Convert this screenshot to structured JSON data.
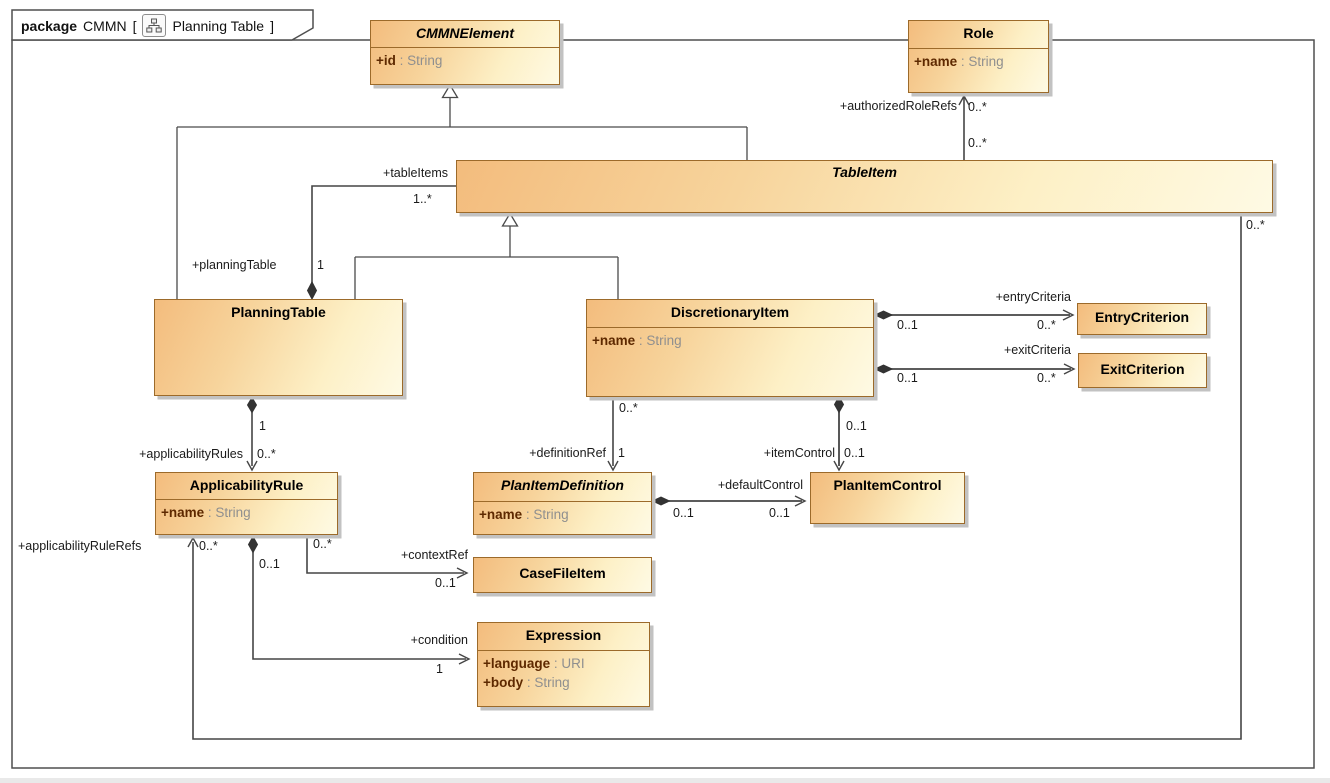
{
  "package": {
    "keyword": "package",
    "name": "CMMN",
    "open_bracket": "[",
    "diagram_name": "Planning Table",
    "close_bracket": "]"
  },
  "colors": {
    "box_border": "#9c6a2a",
    "box_fill_dark": "#f3bc7d",
    "box_fill_light": "#fefae4",
    "attr_name": "#5e2900",
    "attr_type": "#8f8f8f",
    "line": "#454545",
    "frame": "#4f4f4f",
    "shadow": "#c2c2c2"
  },
  "classes": {
    "cmmn_element": {
      "name": "CMMNElement",
      "abstract": true,
      "attrs": [
        {
          "name": "+id",
          "type": " : String"
        }
      ]
    },
    "role": {
      "name": "Role",
      "abstract": false,
      "attrs": [
        {
          "name": "+name",
          "type": " : String"
        }
      ]
    },
    "table_item": {
      "name": "TableItem",
      "abstract": true,
      "attrs": []
    },
    "planning_table": {
      "name": "PlanningTable",
      "abstract": false,
      "attrs": []
    },
    "discretionary_item": {
      "name": "DiscretionaryItem",
      "abstract": false,
      "attrs": [
        {
          "name": "+name",
          "type": " : String"
        }
      ]
    },
    "entry_criterion": {
      "name": "EntryCriterion",
      "abstract": false,
      "attrs": []
    },
    "exit_criterion": {
      "name": "ExitCriterion",
      "abstract": false,
      "attrs": []
    },
    "applicability_rule": {
      "name": "ApplicabilityRule",
      "abstract": false,
      "attrs": [
        {
          "name": "+name",
          "type": " : String"
        }
      ]
    },
    "plan_item_definition": {
      "name": "PlanItemDefinition",
      "abstract": true,
      "attrs": [
        {
          "name": "+name",
          "type": " : String"
        }
      ]
    },
    "plan_item_control": {
      "name": "PlanItemControl",
      "abstract": false,
      "attrs": []
    },
    "case_file_item": {
      "name": "CaseFileItem",
      "abstract": false,
      "attrs": []
    },
    "expression": {
      "name": "Expression",
      "abstract": false,
      "attrs": [
        {
          "name": "+language",
          "type": " : URI"
        },
        {
          "name": "+body",
          "type": " : String"
        }
      ]
    }
  },
  "labels": {
    "table_items_role": "+tableItems",
    "table_items_mult": "1..*",
    "planning_table_role": "+planningTable",
    "planning_table_mult": "1",
    "authorized_role_refs_role": "+authorizedRoleRefs",
    "authorized_role_refs_mult": "0..*",
    "authorized_role_refs_mult2": "0..*",
    "table_item_refs_mult": "0..*",
    "applicability_rules_role": "+applicabilityRules",
    "applicability_rules_mult": "0..*",
    "applicability_rules_src_mult": "1",
    "definition_ref_src_mult": "0..*",
    "definition_ref_role": "+definitionRef",
    "definition_ref_mult": "1",
    "item_control_src_mult": "0..1",
    "item_control_role": "+itemControl",
    "item_control_mult": "0..1",
    "entry_criteria_src_mult": "0..1",
    "entry_criteria_role": "+entryCriteria",
    "entry_criteria_mult": "0..*",
    "exit_criteria_src_mult": "0..1",
    "exit_criteria_role": "+exitCriteria",
    "exit_criteria_mult": "0..*",
    "applicability_rule_refs_role": "+applicabilityRuleRefs",
    "applicability_rule_refs_mult": "0..*",
    "context_ref_src_mult": "0..*",
    "context_ref_role": "+contextRef",
    "context_ref_mult": "0..1",
    "condition_src_mult": "0..1",
    "condition_role": "+condition",
    "condition_mult": "1",
    "default_control_src_mult": "0..1",
    "default_control_role": "+defaultControl",
    "default_control_mult": "0..1"
  }
}
